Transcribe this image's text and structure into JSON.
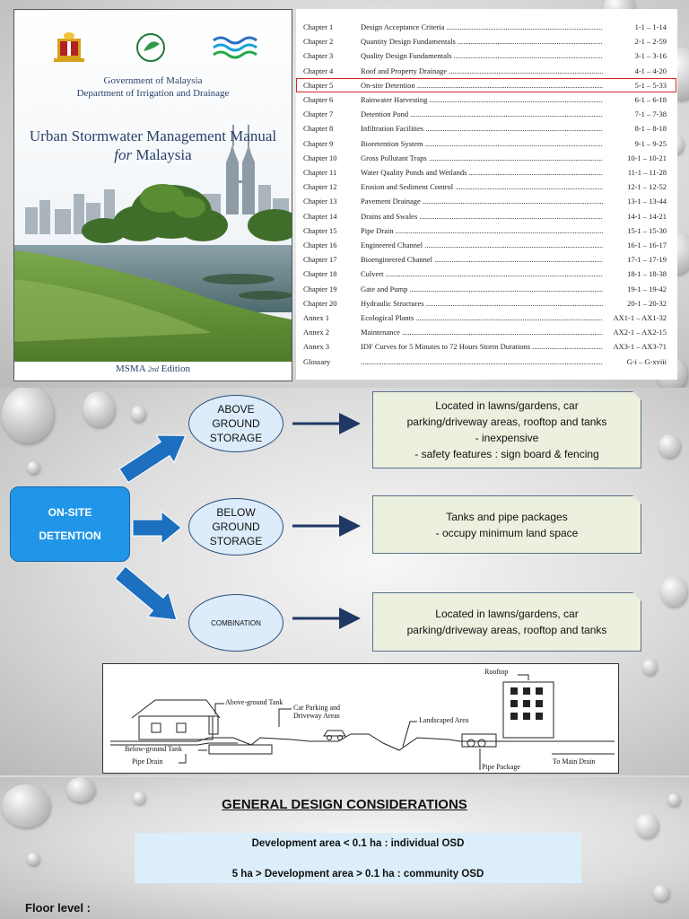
{
  "cover": {
    "org_line1": "Government of Malaysia",
    "org_line2": "Department of Irrigation and Drainage",
    "title_line1": "Urban Stormwater Management Manual",
    "title_for": "for",
    "title_country": "Malaysia",
    "edition_prefix": "MSMA",
    "edition_sup": "2nd",
    "edition_suffix": "Edition",
    "logos": [
      "malaysia-coat-of-arms",
      "nre-logo",
      "did-logo"
    ]
  },
  "toc": {
    "highlight_color": "#d9272e",
    "highlighted_index": 4,
    "rows": [
      {
        "chapter": "Chapter 1",
        "title": "Design Acceptance Criteria",
        "pages": "1-1 – 1-14"
      },
      {
        "chapter": "Chapter 2",
        "title": "Quantity Design Fundamentals",
        "pages": "2-1 – 2-59"
      },
      {
        "chapter": "Chapter 3",
        "title": "Quality Design Fundamentals",
        "pages": "3-1 – 3-16"
      },
      {
        "chapter": "Chapter 4",
        "title": "Roof and Property Drainage",
        "pages": "4-1 – 4-20"
      },
      {
        "chapter": "Chapter 5",
        "title": "On-site Detention",
        "pages": "5-1 – 5-33"
      },
      {
        "chapter": "Chapter 6",
        "title": "Rainwater Harvesting",
        "pages": "6-1 – 6-18"
      },
      {
        "chapter": "Chapter 7",
        "title": "Detention Pond",
        "pages": "7-1 – 7-38"
      },
      {
        "chapter": "Chapter 8",
        "title": "Infiltration Facilities",
        "pages": "8-1 – 8-18"
      },
      {
        "chapter": "Chapter 9",
        "title": "Bioretention System",
        "pages": "9-1 – 9-25"
      },
      {
        "chapter": "Chapter 10",
        "title": "Gross Pollutant Traps",
        "pages": "10-1 – 10-21"
      },
      {
        "chapter": "Chapter 11",
        "title": "Water Quality Ponds and Wetlands",
        "pages": "11-1 – 11-28"
      },
      {
        "chapter": "Chapter 12",
        "title": "Erosion and Sediment Control",
        "pages": "12-1 – 12-52"
      },
      {
        "chapter": "Chapter 13",
        "title": "Pavement Drainage",
        "pages": "13-1 – 13-44"
      },
      {
        "chapter": "Chapter 14",
        "title": "Drains and Swales",
        "pages": "14-1 – 14-21"
      },
      {
        "chapter": "Chapter 15",
        "title": "Pipe Drain",
        "pages": "15-1 – 15-30"
      },
      {
        "chapter": "Chapter 16",
        "title": "Engineered Channel",
        "pages": "16-1 – 16-17"
      },
      {
        "chapter": "Chapter 17",
        "title": "Bioengineered Channel",
        "pages": "17-1 – 17-19"
      },
      {
        "chapter": "Chapter 18",
        "title": "Culvert",
        "pages": "18-1 – 18-38"
      },
      {
        "chapter": "Chapter 19",
        "title": "Gate and Pump",
        "pages": "19-1 – 19-42"
      },
      {
        "chapter": "Chapter 20",
        "title": "Hydraulic Structures",
        "pages": "20-1 – 20-32"
      },
      {
        "chapter": "Annex 1",
        "title": "Ecological Plants",
        "pages": "AX1-1 – AX1-32"
      },
      {
        "chapter": "Annex 2",
        "title": "Maintenance",
        "pages": "AX2-1 – AX2-15"
      },
      {
        "chapter": "Annex 3",
        "title": "IDF Curves for 5 Minutes to 72 Hours Storm Durations",
        "pages": "AX3-1 – AX3-71"
      },
      {
        "chapter": "Glossary",
        "title": "",
        "pages": "G-i – G-xviii"
      }
    ]
  },
  "osd": {
    "main_line1": "ON-SITE",
    "main_line2": "DETENTION",
    "above": {
      "l1": "ABOVE",
      "l2": "GROUND",
      "l3": "STORAGE"
    },
    "below": {
      "l1": "BELOW",
      "l2": "GROUND",
      "l3": "STORAGE"
    },
    "combination": "COMBINATION",
    "above_note": [
      "Located in lawns/gardens, car",
      "parking/driveway areas, rooftop and tanks",
      "- inexpensive",
      "- safety features : sign board & fencing"
    ],
    "below_note": [
      "Tanks and pipe packages",
      "- occupy minimum land space"
    ],
    "combo_note": [
      "Located in lawns/gardens, car",
      "parking/driveway areas, rooftop and tanks"
    ],
    "colors": {
      "main_box": "#2196e8",
      "arrow": "#1d6fbf",
      "thin_arrow": "#1f3864",
      "bubble": "#dcecfb",
      "note": "#ebf1de"
    }
  },
  "diagram": {
    "labels": {
      "rooftop": "Rooftop",
      "above_tank": "Above-ground Tank",
      "car_parking_l1": "Car Parking and",
      "car_parking_l2": "Driveway Areas",
      "landscaped": "Landscaped Area",
      "below_tank": "Below-ground Tank",
      "pipe_drain": "Pipe Drain",
      "pipe_package": "Pipe Package",
      "main_drain": "To Main Drain"
    }
  },
  "general": {
    "title": "GENERAL DESIGN CONSIDERATIONS",
    "line1": "Development area < 0.1 ha : individual OSD",
    "line2": "5 ha > Development area > 0.1 ha : community OSD",
    "floor_level": "Floor level :"
  }
}
